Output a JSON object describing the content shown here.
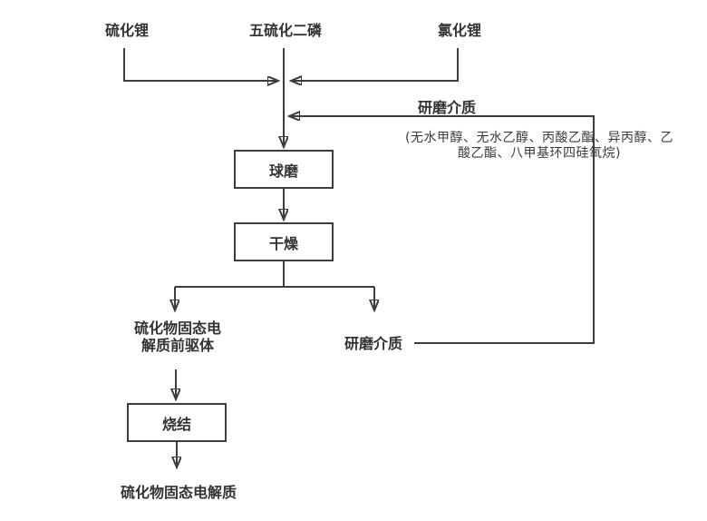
{
  "diagram": {
    "title_hint": "sulfide-solid-electrolyte-process-flowchart",
    "colors": {
      "line": "#3d3d3d",
      "text": "#333333",
      "background": "#ffffff"
    },
    "inputs": {
      "left": {
        "label": "硫化锂"
      },
      "center": {
        "label": "五硫化二磷"
      },
      "right": {
        "label": "氯化锂"
      }
    },
    "grinding_media": {
      "top_label": "研磨介质",
      "note_lines": [
        "(无水甲醇、无水乙醇、丙酸乙酯、异丙醇、乙",
        "酸乙酯、八甲基环四硅氧烷)"
      ],
      "recycle_label": "研磨介质"
    },
    "steps": {
      "ball_milling": "球磨",
      "drying": "干燥",
      "sintering": "烧结"
    },
    "products": {
      "precursor_lines": [
        "硫化物固态电",
        "解质前驱体"
      ],
      "final": "硫化物固态电解质"
    }
  }
}
